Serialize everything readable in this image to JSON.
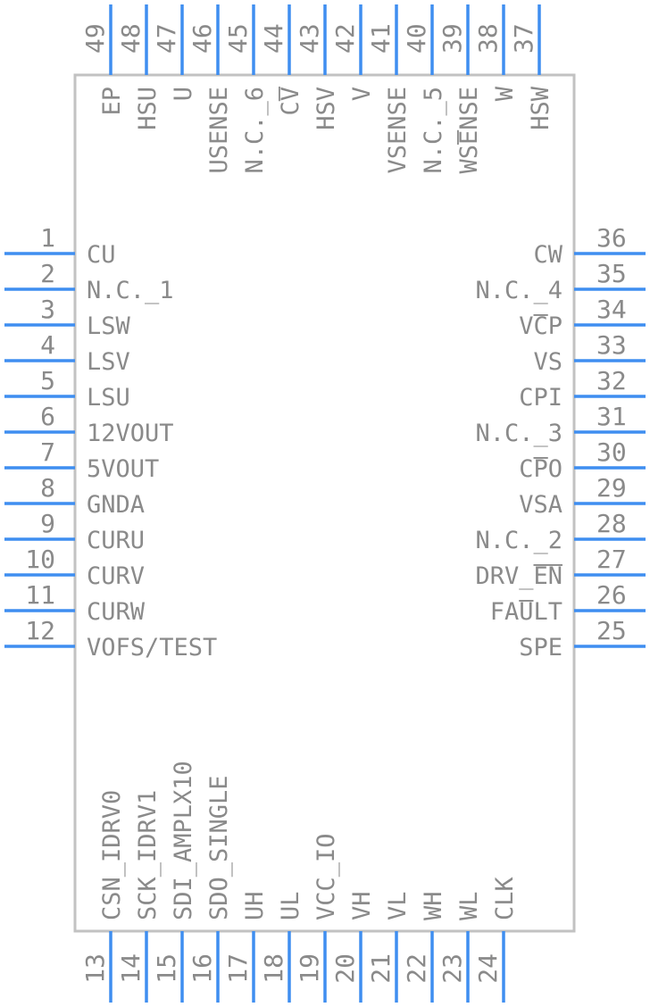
{
  "component": {
    "colors": {
      "pin": "#3f8ef0",
      "outline": "#c2c2c2",
      "text": "#8a8a8a",
      "background": "#ffffff"
    },
    "left_pins": [
      {
        "num": "1",
        "name": "CU"
      },
      {
        "num": "2",
        "name": "N.C._1"
      },
      {
        "num": "3",
        "name": "LSW"
      },
      {
        "num": "4",
        "name": "LSV"
      },
      {
        "num": "5",
        "name": "LSU"
      },
      {
        "num": "6",
        "name": "12VOUT"
      },
      {
        "num": "7",
        "name": "5VOUT"
      },
      {
        "num": "8",
        "name": "GNDA"
      },
      {
        "num": "9",
        "name": "CURU"
      },
      {
        "num": "10",
        "name": "CURV"
      },
      {
        "num": "11",
        "name": "CURW"
      },
      {
        "num": "12",
        "name": "VOFS/TEST"
      }
    ],
    "right_pins": [
      {
        "num": "36",
        "name": "CW"
      },
      {
        "num": "35",
        "name": "N.C._4"
      },
      {
        "num": "34",
        "name": "VCP"
      },
      {
        "num": "33",
        "name": "VS"
      },
      {
        "num": "32",
        "name": "CPI"
      },
      {
        "num": "31",
        "name": "N.C._3"
      },
      {
        "num": "30",
        "name": "CPO"
      },
      {
        "num": "29",
        "name": "VSA"
      },
      {
        "num": "28",
        "name": "N.C._2"
      },
      {
        "num": "27",
        "name": "DRV_EN",
        "bar": [
          4,
          6
        ]
      },
      {
        "num": "26",
        "name": "FAULT"
      },
      {
        "num": "25",
        "name": "SPE"
      }
    ],
    "bottom_pins": [
      {
        "num": "13",
        "name": "CSN_IDRV0"
      },
      {
        "num": "14",
        "name": "SCK_IDRV1"
      },
      {
        "num": "15",
        "name": "SDI_AMPLX10"
      },
      {
        "num": "16",
        "name": "SDO_SINGLE"
      },
      {
        "num": "17",
        "name": "UH"
      },
      {
        "num": "18",
        "name": "UL"
      },
      {
        "num": "19",
        "name": "VCC_IO"
      },
      {
        "num": "20",
        "name": "VH"
      },
      {
        "num": "21",
        "name": "VL"
      },
      {
        "num": "22",
        "name": "WH"
      },
      {
        "num": "23",
        "name": "WL"
      },
      {
        "num": "24",
        "name": "CLK"
      }
    ],
    "top_pins": [
      {
        "num": "49",
        "name": "EP"
      },
      {
        "num": "48",
        "name": "HSU"
      },
      {
        "num": "47",
        "name": "U"
      },
      {
        "num": "46",
        "name": "USENSE"
      },
      {
        "num": "45",
        "name": "N.C._6"
      },
      {
        "num": "44",
        "name": "CV"
      },
      {
        "num": "43",
        "name": "HSV"
      },
      {
        "num": "42",
        "name": "V"
      },
      {
        "num": "41",
        "name": "VSENSE"
      },
      {
        "num": "40",
        "name": "N.C._5"
      },
      {
        "num": "39",
        "name": "WSENSE"
      },
      {
        "num": "38",
        "name": "W"
      },
      {
        "num": "37",
        "name": "HSW"
      }
    ]
  }
}
